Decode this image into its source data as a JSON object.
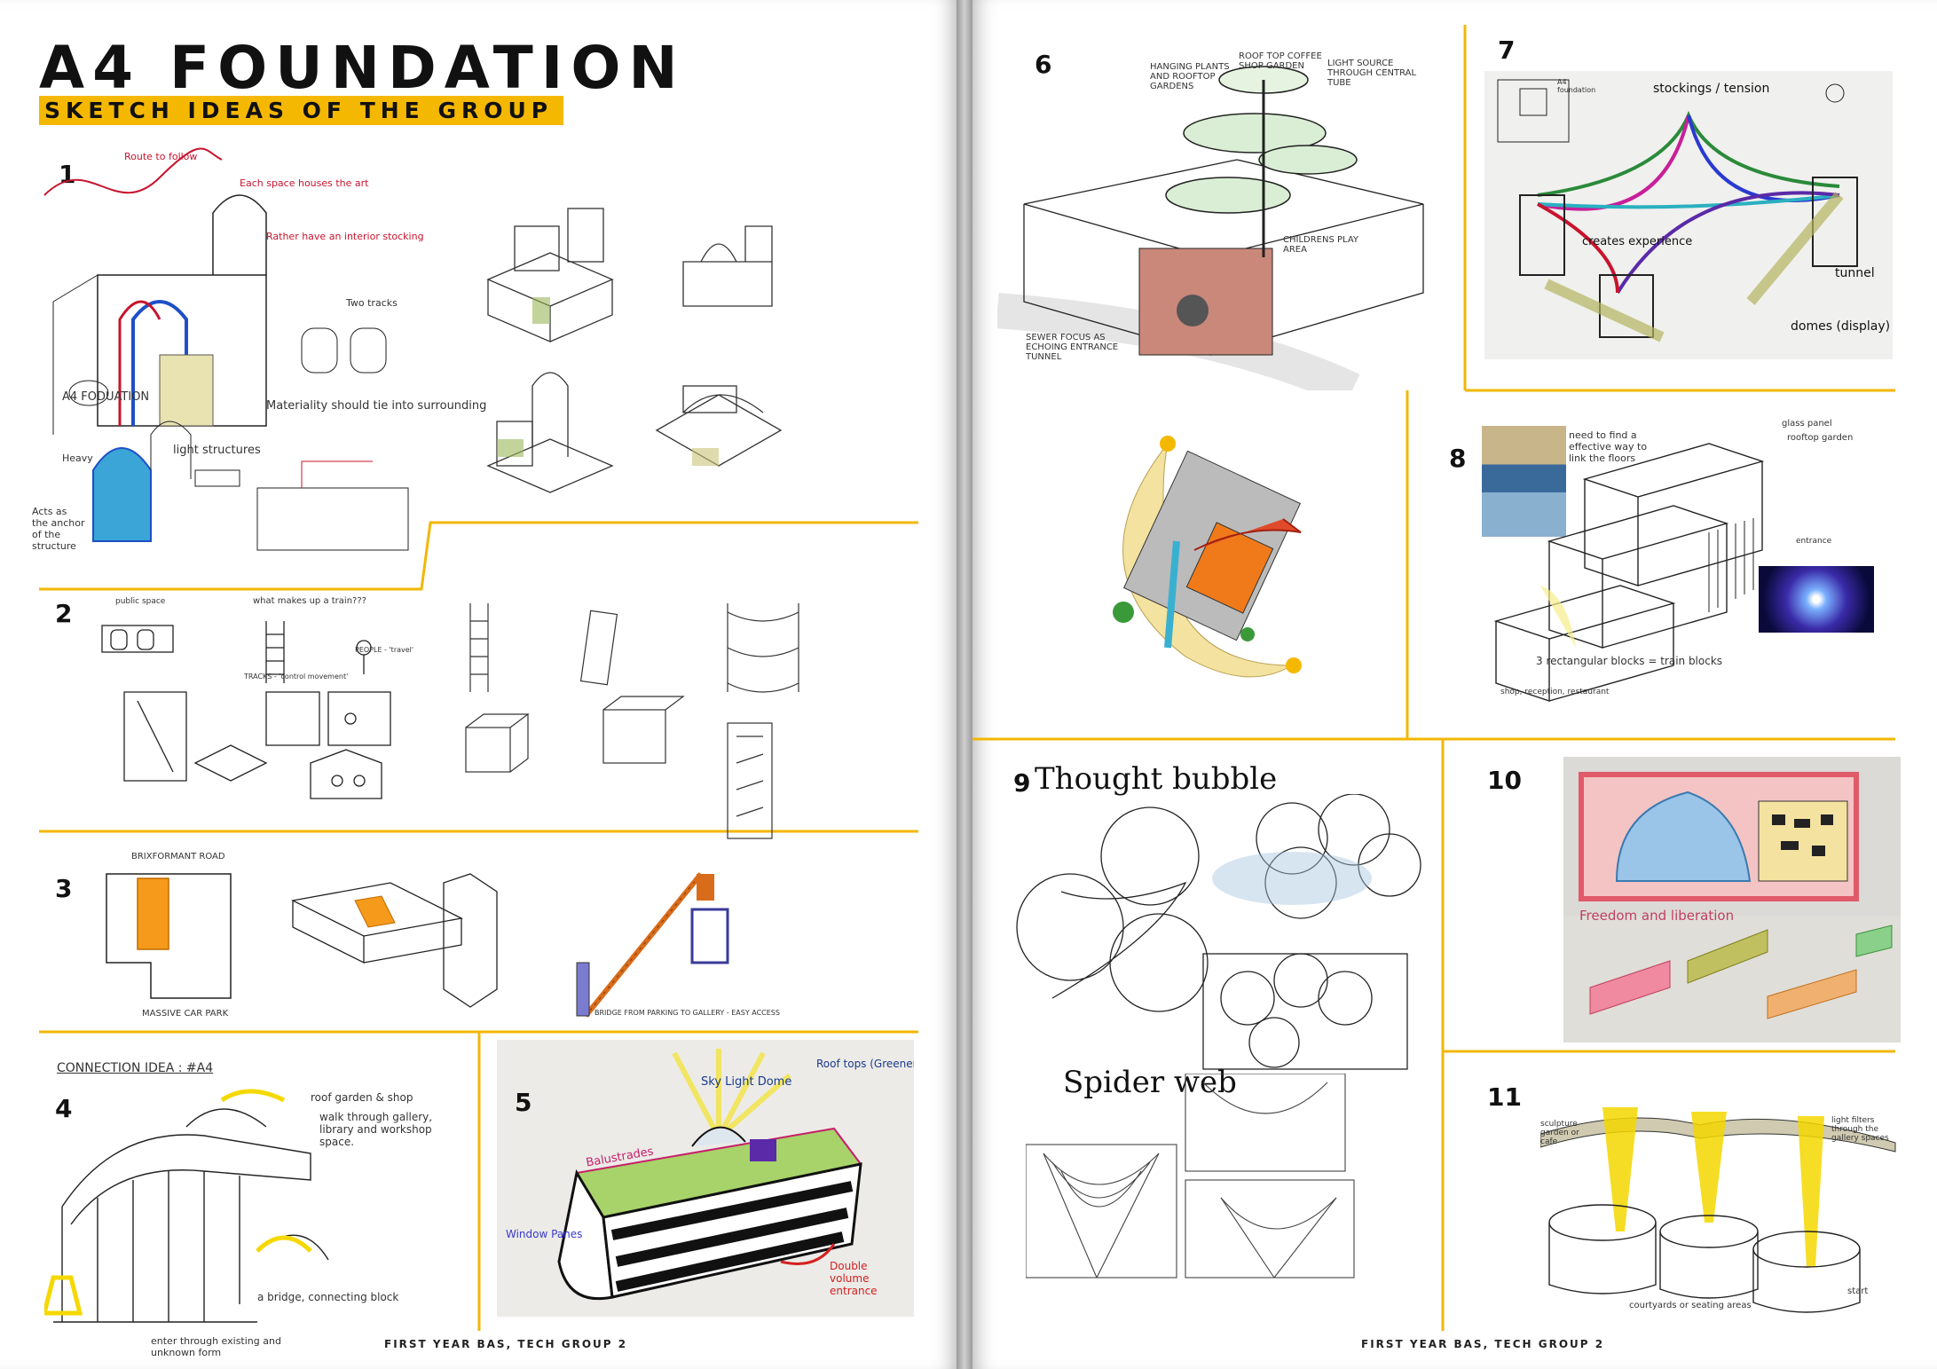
{
  "header": {
    "title": "A4 FOUNDATION",
    "subtitle": "SKETCH IDEAS OF THE GROUP"
  },
  "panels": {
    "p1": "1",
    "p2": "2",
    "p3": "3",
    "p4": "4",
    "p5": "5",
    "p6": "6",
    "p7": "7",
    "p8": "8",
    "p9": "9",
    "p10": "10",
    "p11": "11"
  },
  "labels": {
    "thought_bubble": "Thought bubble",
    "spider_web": "Spider web"
  },
  "sketch_notes": {
    "s1_route": "Route to follow",
    "s1_each_space": "Each space houses the art",
    "s1_rather": "Rather have an interior stocking",
    "s1_a4": "A4 FODUATION",
    "s1_material": "Materiality should tie into surrounding",
    "s1_light": "light structures",
    "s1_heavy": "Heavy",
    "s1_acts": "Acts as the anchor of the structure",
    "s1_two_tracks": "Two tracks",
    "s2_what": "what makes up a train???",
    "s2_public": "public space",
    "s2_tracks": "TRACKS - 'control movement'",
    "s2_people": "PEOPLE - 'travel'",
    "s3_road": "BRIXFORMANT ROAD",
    "s3_carpark": "MASSIVE CAR PARK",
    "s3_bridge": "BRIDGE FROM PARKING TO GALLERY - EASY ACCESS",
    "s4_connection": "CONNECTION IDEA : #A4",
    "s4_roof": "roof garden & shop",
    "s4_walk": "walk through gallery, library and workshop space.",
    "s4_bridge": "a bridge, connecting block",
    "s4_enter": "enter through existing and unknown form",
    "s5_skylight": "Sky Light Dome",
    "s5_roof": "Roof tops (Greenery)",
    "s5_balustrades": "Balustrades",
    "s5_window": "Window Panes",
    "s5_double": "Double volume entrance",
    "s6_hanging": "HANGING PLANTS AND ROOFTOP GARDENS",
    "s6_rooftop": "ROOF TOP COFFEE SHOP GARDEN",
    "s6_light": "LIGHT SOURCE THROUGH CENTRAL TUBE",
    "s6_children": "CHILDRENS PLAY AREA",
    "s6_sewer": "SEWER FOCUS AS ECHOING ENTRANCE TUNNEL",
    "s7_stockings": "stockings / tension",
    "s7_creates": "creates experience",
    "s7_tunnel": "tunnel",
    "s7_domes": "domes (display)",
    "s7_a4": "A4 foundation",
    "s8_need": "need to find a effective way to link the floors",
    "s8_glass": "glass panel",
    "s8_roof": "rooftop garden",
    "s8_blocks": "3 rectangular blocks = train blocks",
    "s8_shop": "shop, reception, restaurant",
    "s8_entrance": "entrance",
    "s10_freedom": "Freedom and liberation",
    "s11_sculpture": "sculpture garden or cafe",
    "s11_light": "light filters through the gallery spaces",
    "s11_courtyards": "courtyards or seating areas",
    "s11_start": "start"
  },
  "footer": {
    "left": "FIRST YEAR BAS, TECH GROUP 2",
    "right": "FIRST YEAR BAS, TECH GROUP 2"
  },
  "colors": {
    "accent": "#f5b800",
    "divider": "#f2b705"
  }
}
